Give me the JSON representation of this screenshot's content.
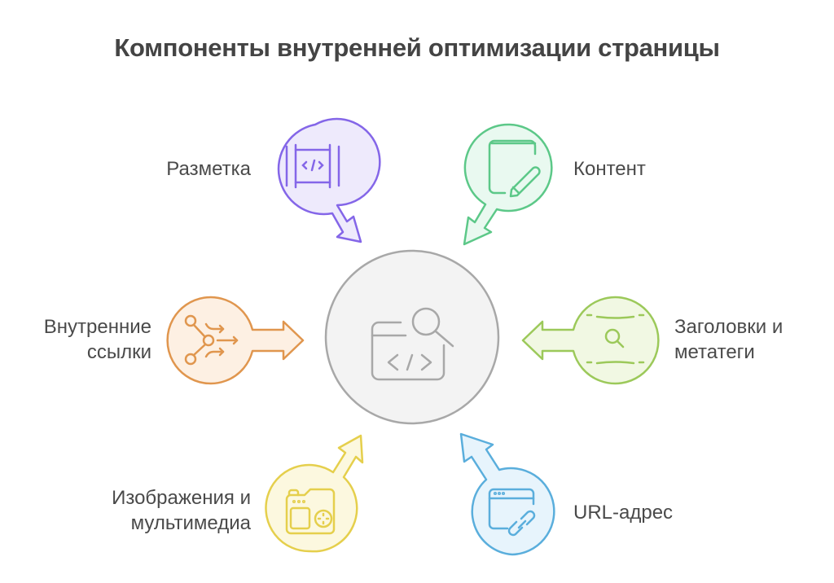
{
  "title": "Компоненты внутренней оптимизации страницы",
  "center": {
    "icon": "code-window-search-icon",
    "stroke": "#a8a8a8",
    "fill": "#f3f3f3"
  },
  "nodes": [
    {
      "id": "markup",
      "lines": [
        "Разметка"
      ],
      "icon": "code-frame-icon",
      "stroke": "#8466e8",
      "fill": "#eeeafc"
    },
    {
      "id": "content",
      "lines": [
        "Контент"
      ],
      "icon": "book-pencil-icon",
      "stroke": "#5cc888",
      "fill": "#e9f9f0"
    },
    {
      "id": "internal-links",
      "lines": [
        "Внутренние",
        "ссылки"
      ],
      "icon": "branch-arrows-icon",
      "stroke": "#e0964e",
      "fill": "#fdf0e3"
    },
    {
      "id": "headings-meta",
      "lines": [
        "Заголовки и",
        "метатеги"
      ],
      "icon": "search-lines-icon",
      "stroke": "#9cc95a",
      "fill": "#f1f8e3"
    },
    {
      "id": "images-media",
      "lines": [
        "Изображения и",
        "мультимедиа"
      ],
      "icon": "camera-icon",
      "stroke": "#e5cf4c",
      "fill": "#fcf8df"
    },
    {
      "id": "url",
      "lines": [
        "URL-адрес"
      ],
      "icon": "browser-link-icon",
      "stroke": "#5aaedc",
      "fill": "#e7f4fc"
    }
  ]
}
